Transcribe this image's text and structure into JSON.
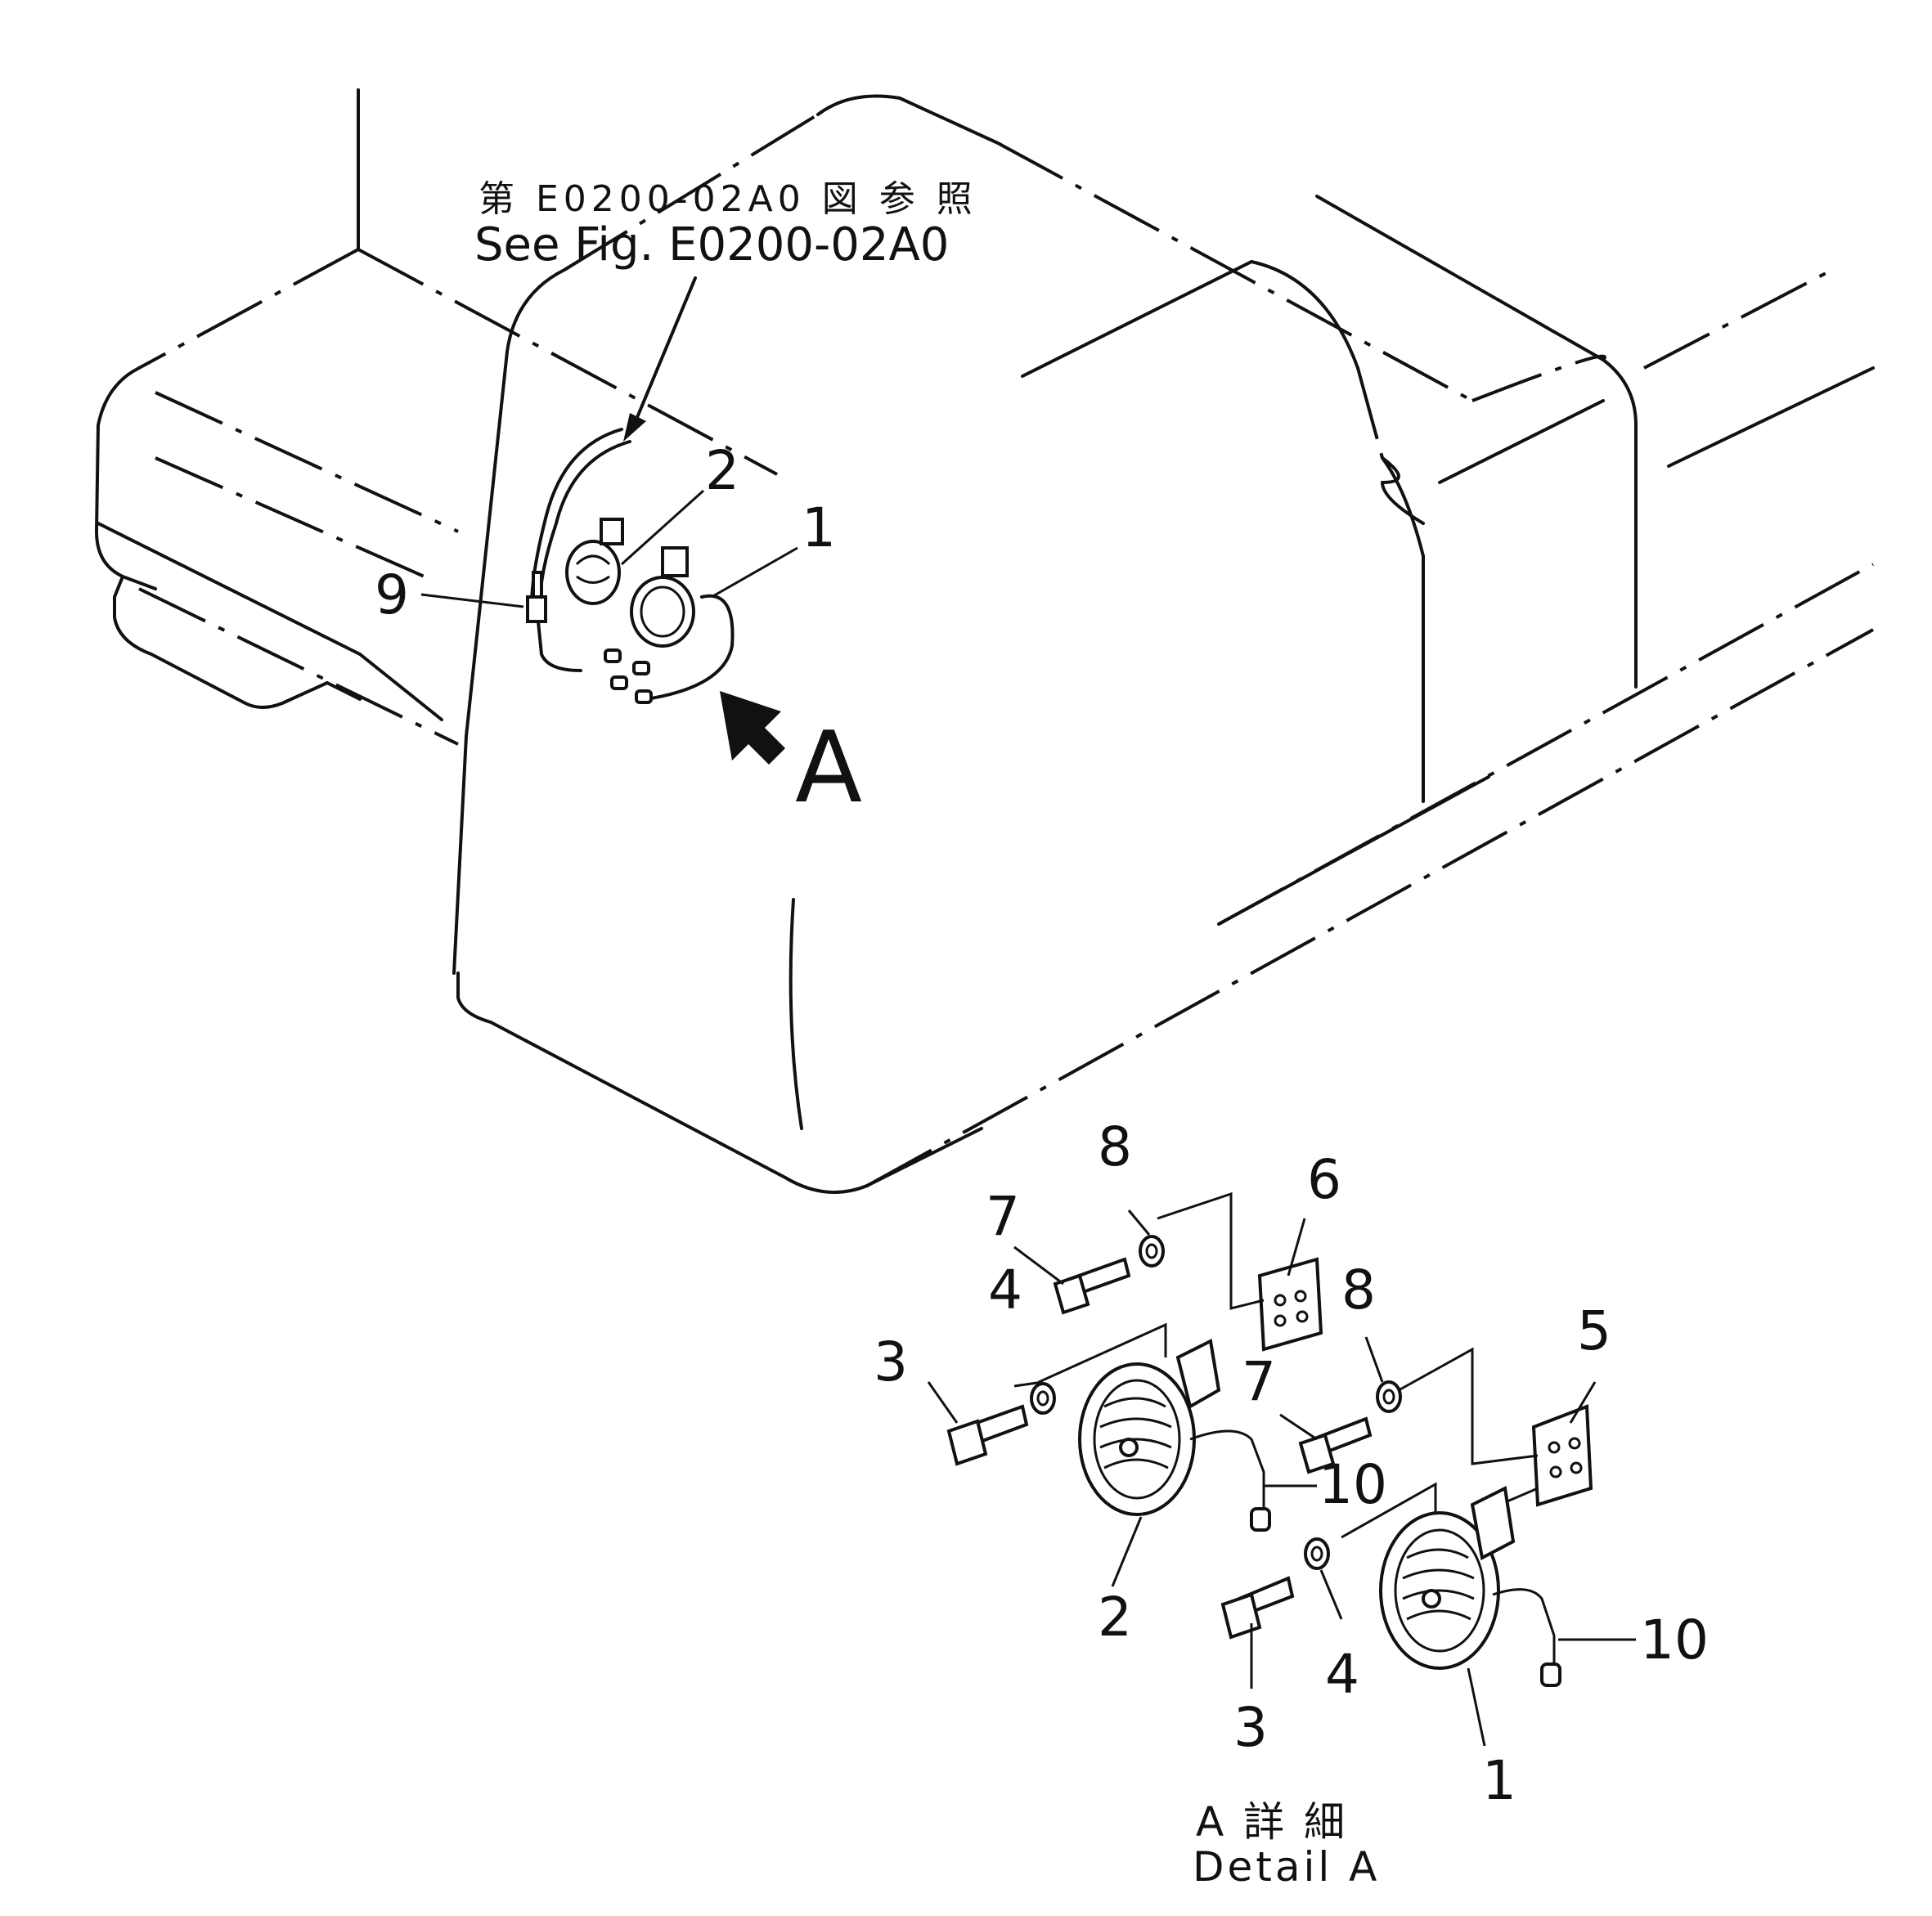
{
  "reference": {
    "japanese": "第 E0200-02A0 図 参 照",
    "english": "See Fig. E0200-02A0"
  },
  "view_marker": "A",
  "callouts": {
    "horn_1": "1",
    "horn_2": "2",
    "bolt_3": "3",
    "washer_4": "4",
    "bracket_5": "5",
    "bracket_6": "6",
    "bolt_7": "7",
    "washer_8": "8",
    "harness_9": "9",
    "connector_10": "10"
  },
  "detail_label": {
    "japanese": "A 詳 細",
    "english": "Detail A"
  }
}
